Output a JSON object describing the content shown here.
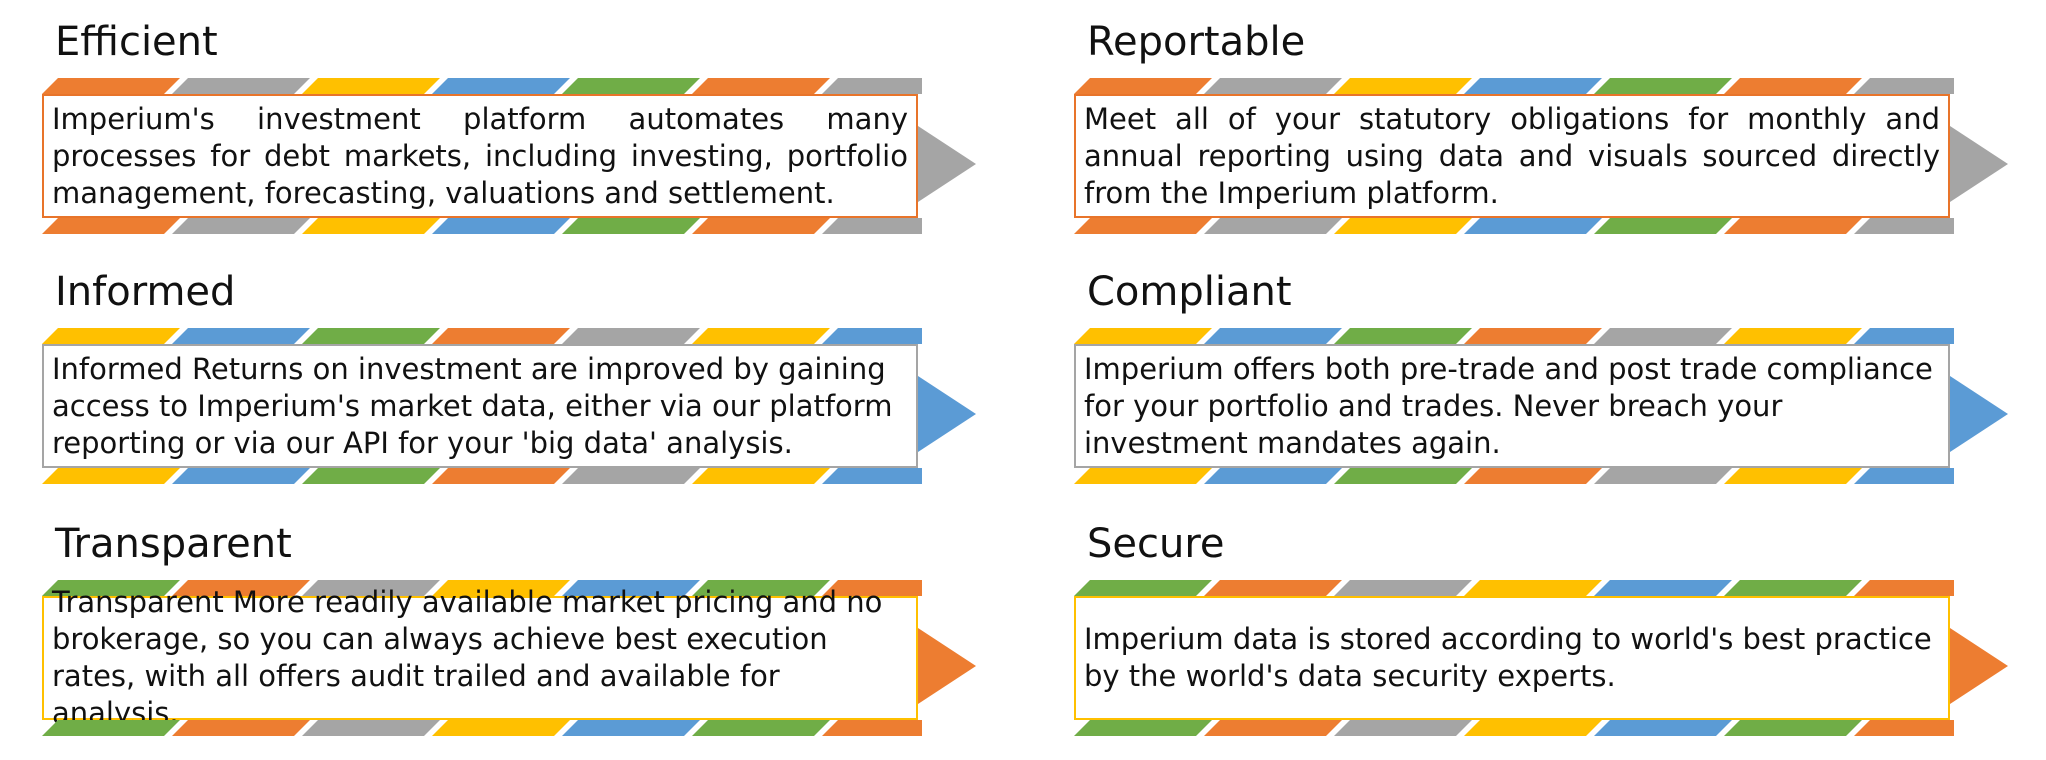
{
  "colors": {
    "orange": "#ed7d31",
    "gray": "#a5a5a5",
    "yellow": "#ffc000",
    "blue": "#5b9bd5",
    "green": "#70ad47"
  },
  "cards": [
    {
      "title": "Efficient",
      "description": "Imperium's investment platform automates many processes for debt markets, including investing, portfolio management, forecasting, valuations and settlement.",
      "border_color": "#e8742a",
      "arrow_color": "#a5a5a5",
      "justify": true,
      "top_stripe": [
        "orange",
        "gray",
        "yellow",
        "blue",
        "green",
        "orange",
        "gray"
      ],
      "bottom_stripe": [
        "orange",
        "gray",
        "yellow",
        "blue",
        "green",
        "orange",
        "gray"
      ]
    },
    {
      "title": "Reportable",
      "description": "Meet all of your statutory obligations for monthly and annual reporting using data and visuals sourced directly from the Imperium platform.",
      "border_color": "#e8742a",
      "arrow_color": "#a5a5a5",
      "justify": true,
      "top_stripe": [
        "orange",
        "gray",
        "yellow",
        "blue",
        "green",
        "orange",
        "gray"
      ],
      "bottom_stripe": [
        "orange",
        "gray",
        "yellow",
        "blue",
        "green",
        "orange",
        "gray"
      ]
    },
    {
      "title": "Informed",
      "description": "Informed Returns on investment are improved by gaining access to Imperium's market data, either via our platform reporting or via our API for your 'big data' analysis.",
      "border_color": "#a5a5a5",
      "arrow_color": "#5b9bd5",
      "justify": false,
      "top_stripe": [
        "yellow",
        "blue",
        "green",
        "orange",
        "gray",
        "yellow",
        "blue"
      ],
      "bottom_stripe": [
        "yellow",
        "blue",
        "green",
        "orange",
        "gray",
        "yellow",
        "blue"
      ]
    },
    {
      "title": "Compliant",
      "description": "Imperium offers both pre-trade and post trade compliance for your portfolio and trades. Never breach your investment mandates again.",
      "border_color": "#a5a5a5",
      "arrow_color": "#5b9bd5",
      "justify": false,
      "top_stripe": [
        "yellow",
        "blue",
        "green",
        "orange",
        "gray",
        "yellow",
        "blue"
      ],
      "bottom_stripe": [
        "yellow",
        "blue",
        "green",
        "orange",
        "gray",
        "yellow",
        "blue"
      ]
    },
    {
      "title": "Transparent",
      "description": "Transparent More readily available market pricing and no brokerage, so you can always achieve best execution rates, with all offers audit trailed and available for analysis.",
      "border_color": "#ffc000",
      "arrow_color": "#ed7d31",
      "justify": false,
      "top_stripe": [
        "green",
        "orange",
        "gray",
        "yellow",
        "blue",
        "green",
        "orange"
      ],
      "bottom_stripe": [
        "green",
        "orange",
        "gray",
        "yellow",
        "blue",
        "green",
        "orange"
      ]
    },
    {
      "title": "Secure",
      "description": "Imperium data is stored according to world's best practice by the world's data security experts.",
      "border_color": "#ffc000",
      "arrow_color": "#ed7d31",
      "justify": false,
      "top_stripe": [
        "green",
        "orange",
        "gray",
        "yellow",
        "blue",
        "green",
        "orange"
      ],
      "bottom_stripe": [
        "green",
        "orange",
        "gray",
        "yellow",
        "blue",
        "green",
        "orange"
      ]
    }
  ]
}
